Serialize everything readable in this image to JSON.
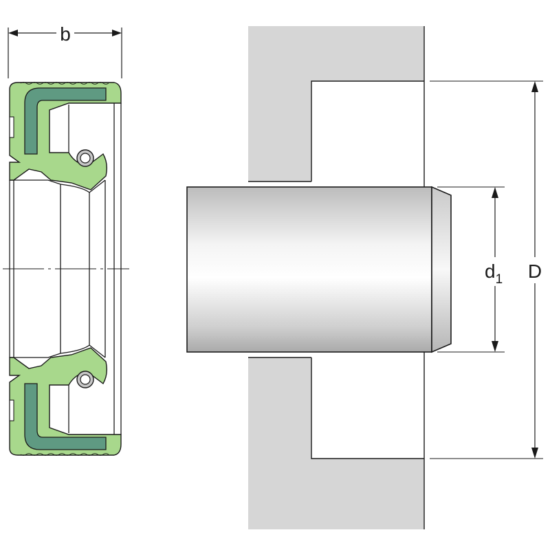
{
  "labels": {
    "width": "b",
    "shaft_diameter_main": "d",
    "shaft_diameter_sub": "1",
    "bore_diameter": "D"
  },
  "colors": {
    "rubber": "#a8d88c",
    "metal_case": "#5f9a82",
    "housing": "#d6d6d6",
    "outline": "#1a1a1a",
    "spring_ring": "#c7c7c7"
  }
}
